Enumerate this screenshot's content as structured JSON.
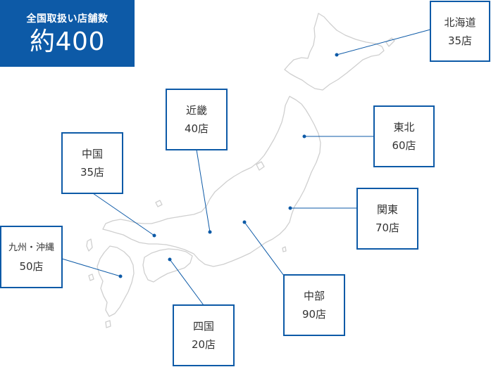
{
  "header": {
    "label": "全国取扱い店舗数",
    "total": "約400"
  },
  "regions": {
    "hokkaido": {
      "name": "北海道",
      "count": "35店"
    },
    "tohoku": {
      "name": "東北",
      "count": "60店"
    },
    "kanto": {
      "name": "関東",
      "count": "70店"
    },
    "chubu": {
      "name": "中部",
      "count": "90店"
    },
    "kinki": {
      "name": "近畿",
      "count": "40店"
    },
    "chugoku": {
      "name": "中国",
      "count": "35店"
    },
    "shikoku": {
      "name": "四国",
      "count": "20店"
    },
    "kyushu": {
      "name": "九州・沖縄",
      "count": "50店"
    }
  },
  "colors": {
    "accent": "#0d5aa7",
    "map_outline": "#cfcfcf",
    "text": "#333333"
  }
}
